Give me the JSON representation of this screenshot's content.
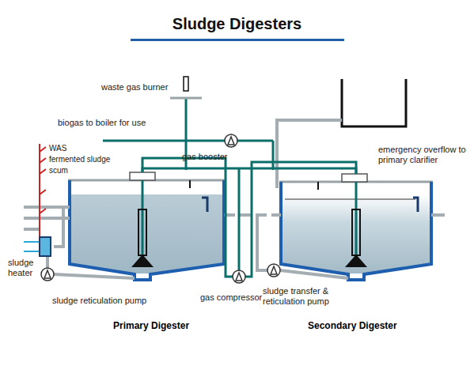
{
  "diagram": {
    "title": "Sludge Digesters",
    "labels": [
      "waste gas burner",
      "biogas to boiler for use",
      "WAS",
      "fermented sludge",
      "scum",
      "gas booster",
      "emergency overflow to primary clarifier",
      "sludge heater",
      "sludge reticulation pump",
      "gas compressor",
      "sludge transfer & reticulation pump",
      "Primary Digester",
      "Secondary Digester"
    ]
  }
}
